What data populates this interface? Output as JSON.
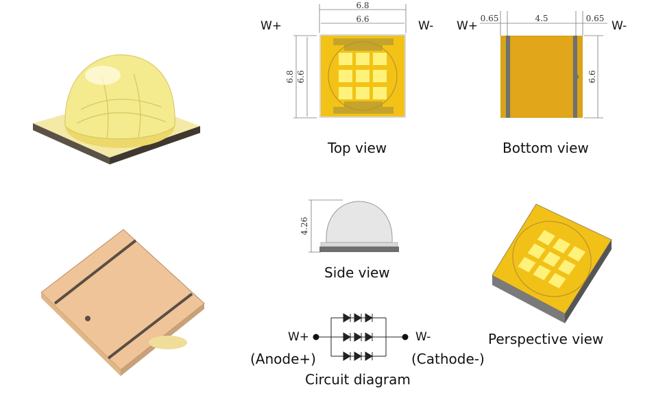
{
  "top_view": {
    "caption": "Top view",
    "dim_outer_width": "6.8",
    "dim_inner_width": "6.6",
    "dim_outer_height": "6.8",
    "dim_inner_height": "6.6",
    "pin_left": "W+",
    "pin_right": "W-"
  },
  "bottom_view": {
    "caption": "Bottom view",
    "dim_left_pad": "0.65",
    "dim_center": "4.5",
    "dim_right_pad": "0.65",
    "dim_height": "6.6",
    "pin_left": "W+",
    "pin_right": "W-"
  },
  "side_view": {
    "caption": "Side view",
    "dim_height": "4.26"
  },
  "perspective_view": {
    "caption": "Perspective view"
  },
  "circuit": {
    "caption": "Circuit diagram",
    "pin_left": "W+",
    "pin_right": "W-",
    "label_left": "(Anode+)",
    "label_right": "(Cathode-)"
  },
  "colors": {
    "substrate_yellow": "#f3c216",
    "die_yellow": "#fff27a",
    "pad_gold": "#e2a61b",
    "pad_stripe": "#707070",
    "bottom_copper": "#eab98f"
  }
}
